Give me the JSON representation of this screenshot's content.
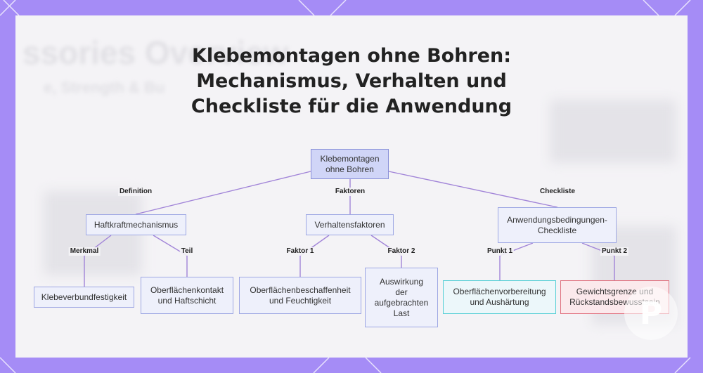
{
  "title_lines": [
    "Klebemontagen ohne Bohren:",
    "Mechanismus, Verhalten und",
    "Checkliste für die Anwendung"
  ],
  "background_text": {
    "big": "ssories Overview",
    "small": "e, Strength & Bu"
  },
  "nodes": {
    "root": {
      "lines": [
        "Klebemontagen",
        "ohne Bohren"
      ]
    },
    "haftkraft": {
      "lines": [
        "Haftkraftmechanismus"
      ]
    },
    "verhalten": {
      "lines": [
        "Verhaltensfaktoren"
      ]
    },
    "anwendung": {
      "lines": [
        "Anwendungsbedingungen-",
        "Checkliste"
      ]
    },
    "klebeverbund": {
      "lines": [
        "Klebeverbundfestigkeit"
      ]
    },
    "oberflaechenkontakt": {
      "lines": [
        "Oberflächenkontakt",
        "und Haftschicht"
      ]
    },
    "beschaffenheit": {
      "lines": [
        "Oberflächenbeschaffenheit",
        "und Feuchtigkeit"
      ]
    },
    "auswirkung": {
      "lines": [
        "Auswirkung",
        "der",
        "aufgebrachten",
        "Last"
      ]
    },
    "vorbereitung": {
      "lines": [
        "Oberflächenvorbereitung",
        "und Aushärtung"
      ]
    },
    "gewicht": {
      "lines": [
        "Gewichtsgrenze und",
        "Rückstandsbewusstsein"
      ]
    }
  },
  "edges": {
    "definition": "Definition",
    "faktoren": "Faktoren",
    "checkliste": "Checkliste",
    "merkmal": "Merkmal",
    "teil": "Teil",
    "faktor1": "Faktor 1",
    "faktor2": "Faktor 2",
    "punkt1": "Punkt 1",
    "punkt2": "Punkt 2"
  },
  "colors": {
    "frame": "#a58cf6",
    "edge": "#a184d8",
    "node_fill": "#eef0fb",
    "node_border": "#9ea7e3",
    "root_fill": "#d0d5f7",
    "cyan_border": "#57cfd6",
    "red_border": "#e0717f"
  },
  "logo_glyph": "P"
}
